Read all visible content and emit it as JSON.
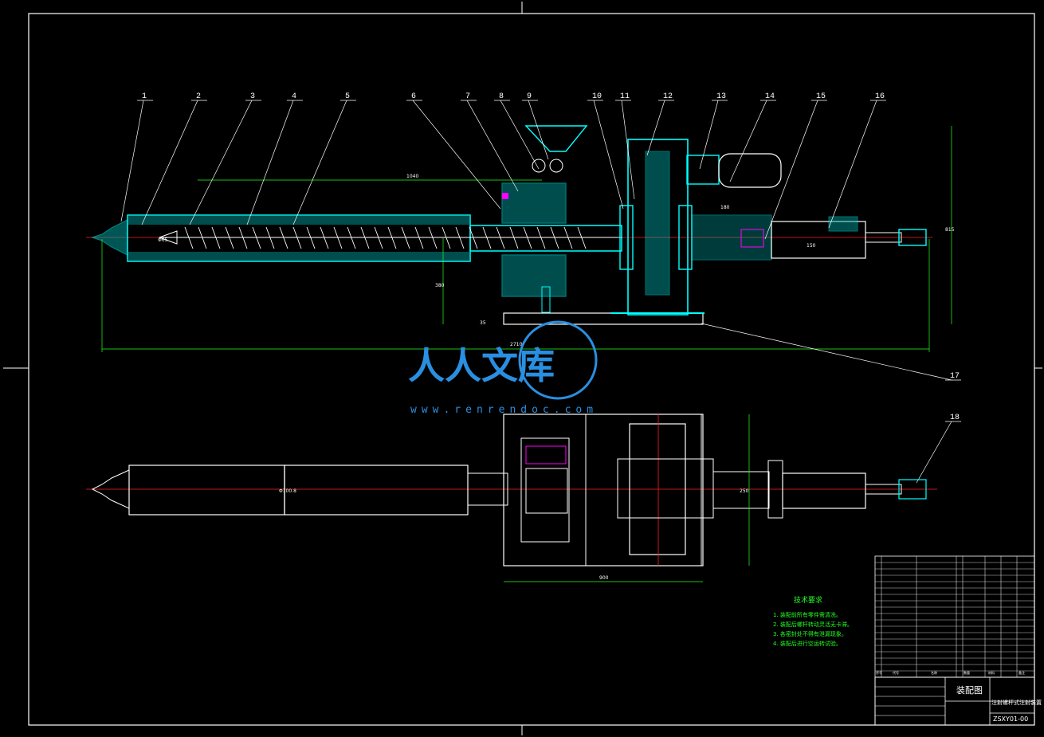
{
  "balloons": [
    "1",
    "2",
    "3",
    "4",
    "5",
    "6",
    "7",
    "8",
    "9",
    "10",
    "11",
    "12",
    "13",
    "14",
    "15",
    "16",
    "17",
    "18"
  ],
  "dimensions": {
    "screw_length": "1040",
    "overall_length": "2710",
    "height": "815",
    "plan_width": "900",
    "center_height": "380",
    "base_thk": "35",
    "small1": "180",
    "small2": "150",
    "motor_dim": "250",
    "barrel_dia": "Φ65",
    "barrel_dia2": "Φ100.8",
    "plan_dim": "900"
  },
  "watermark": {
    "text": "人人文库",
    "url": "www.renrendoc.com"
  },
  "tech_req": {
    "heading": "技术要求",
    "items": [
      "1. 装配前所有零件需清洗。",
      "2. 装配后螺杆转动灵活无卡滞。",
      "3. 各密封处不得有泄漏现象。",
      "4. 装配后进行空运转试验。"
    ]
  },
  "title_block": {
    "drawing_type": "装配图",
    "part_name": "注射螺杆式注射装置",
    "drawing_no": "ZSXY01-00",
    "col_seq": "序号",
    "col_code": "代号",
    "col_name": "名称",
    "col_qty": "数量",
    "col_mat": "材料",
    "col_remark": "备注"
  },
  "colors": {
    "section": "#00ffff",
    "outline": "#ffffff",
    "center": "#ff2020",
    "watermark": "#2a8fe0",
    "notes": "#22ff22"
  }
}
